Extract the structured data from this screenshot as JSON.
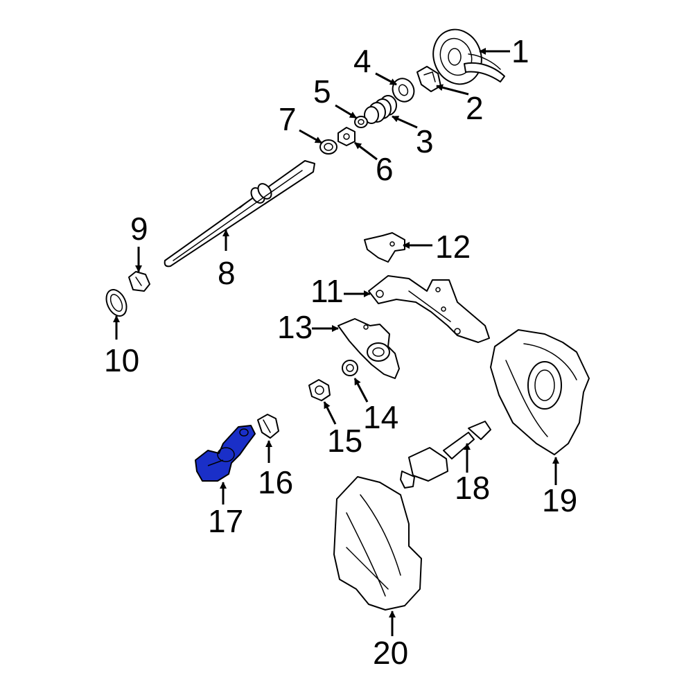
{
  "diagram": {
    "callouts": [
      {
        "id": "1",
        "text": "1"
      },
      {
        "id": "2",
        "text": "2"
      },
      {
        "id": "3",
        "text": "3"
      },
      {
        "id": "4",
        "text": "4"
      },
      {
        "id": "5",
        "text": "5"
      },
      {
        "id": "6",
        "text": "6"
      },
      {
        "id": "7",
        "text": "7"
      },
      {
        "id": "8",
        "text": "8"
      },
      {
        "id": "9",
        "text": "9"
      },
      {
        "id": "10",
        "text": "10"
      },
      {
        "id": "11",
        "text": "11"
      },
      {
        "id": "12",
        "text": "12"
      },
      {
        "id": "13",
        "text": "13"
      },
      {
        "id": "14",
        "text": "14"
      },
      {
        "id": "15",
        "text": "15"
      },
      {
        "id": "16",
        "text": "16"
      },
      {
        "id": "17",
        "text": "17"
      },
      {
        "id": "18",
        "text": "18"
      },
      {
        "id": "19",
        "text": "19"
      },
      {
        "id": "20",
        "text": "20"
      }
    ],
    "highlighted_part": "17",
    "highlight_color": "#1a2fc8",
    "line_color": "#000000"
  }
}
